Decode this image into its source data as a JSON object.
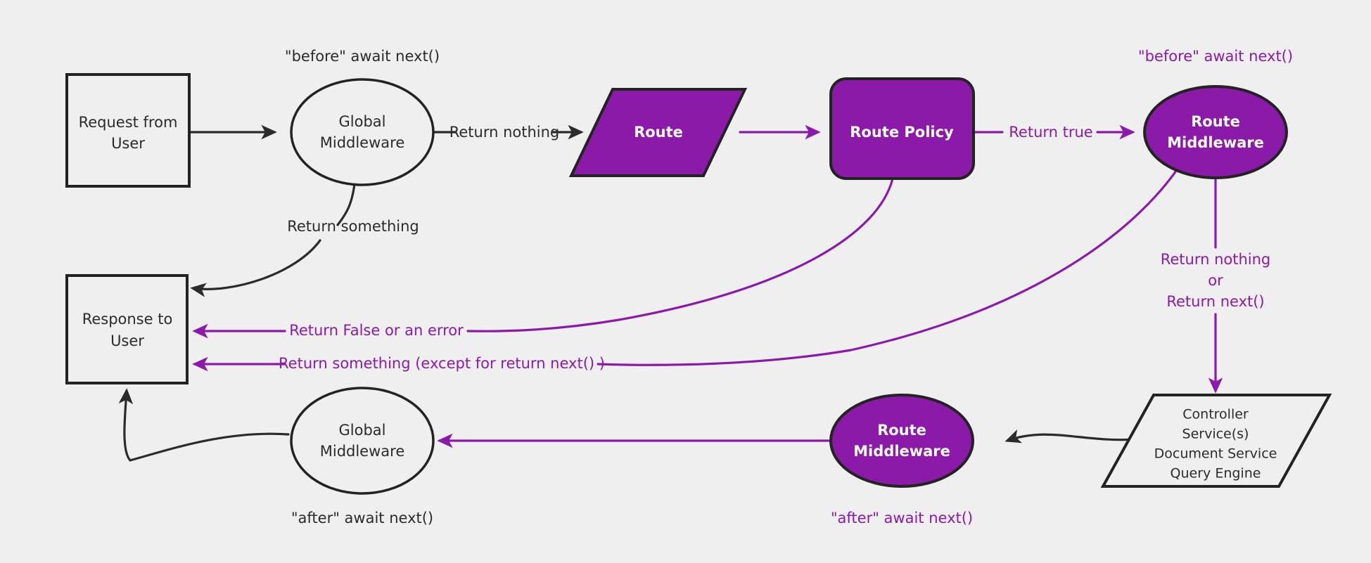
{
  "diagram": {
    "title": "Middleware request/response flow",
    "background_color": "#efefef",
    "accent_color": "#8B1AA8",
    "dark_color": "#2b2b2b"
  },
  "nodes": {
    "request_from_user": {
      "line1": "Request from",
      "line2": "User",
      "shape": "rectangle",
      "color": "white"
    },
    "global_middleware_top": {
      "line1": "Global",
      "line2": "Middleware",
      "shape": "ellipse",
      "color": "white"
    },
    "route": {
      "line1": "Route",
      "shape": "parallelogram",
      "color": "purple"
    },
    "route_policy": {
      "line1": "Route Policy",
      "shape": "rounded-rectangle",
      "color": "purple"
    },
    "route_middleware_top": {
      "line1": "Route",
      "line2": "Middleware",
      "shape": "ellipse",
      "color": "purple"
    },
    "response_to_user": {
      "line1": "Response to",
      "line2": "User",
      "shape": "rectangle",
      "color": "white"
    },
    "global_middleware_bottom": {
      "line1": "Global",
      "line2": "Middleware",
      "shape": "ellipse",
      "color": "white"
    },
    "route_middleware_bottom": {
      "line1": "Route",
      "line2": "Middleware",
      "shape": "ellipse",
      "color": "purple"
    },
    "controller": {
      "line1": "Controller",
      "line2": "Service(s)",
      "line3": "Document Service",
      "line4": "Query Engine",
      "shape": "parallelogram",
      "color": "white"
    }
  },
  "annotations": {
    "before_await_next_top_left": "\"before\" await next()",
    "before_await_next_top_right": "\"before\" await next()",
    "after_await_next_bottom_left": "\"after\" await next()",
    "after_await_next_bottom_right": "\"after\" await next()"
  },
  "edge_labels": {
    "return_nothing": "Return nothing",
    "return_something": "Return something",
    "return_true": "Return true",
    "return_false_or_error": "Return False or an error",
    "return_something_except_next": "Return something (except for return next() )",
    "return_nothing_or_next_line1": "Return nothing",
    "return_nothing_or_next_line2": "or",
    "return_nothing_or_next_line3": "Return next()"
  }
}
